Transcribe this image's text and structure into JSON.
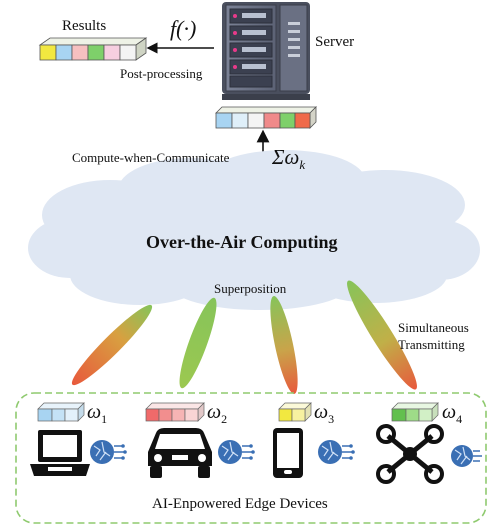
{
  "results_label": "Results",
  "function_label": "f(·)",
  "post_processing_label": "Post-processing",
  "server_label": "Server",
  "compute_label": "Compute-when-Communicate",
  "sum_label": "Σω",
  "sum_sub": "k",
  "cloud_title": "Over-the-Air Computing",
  "superposition_label": "Superposition",
  "simultaneous_line1": "Simultaneous",
  "simultaneous_line2": "Transmitting",
  "devices_label": "AI-Enpowered Edge Devices",
  "devices": [
    {
      "name": "laptop",
      "weight": "ω",
      "sub": "1",
      "color": "#a8d4f2"
    },
    {
      "name": "car",
      "weight": "ω",
      "sub": "2",
      "color": "#f08a8a"
    },
    {
      "name": "phone",
      "weight": "ω",
      "sub": "3",
      "color": "#f2e840"
    },
    {
      "name": "drone",
      "weight": "ω",
      "sub": "4",
      "color": "#7ed06a"
    }
  ],
  "colors": {
    "cloud": "#dfe7f3",
    "box_border": "#8fca6f",
    "beam_green": "#86c45a",
    "beam_red": "#e8593c"
  }
}
